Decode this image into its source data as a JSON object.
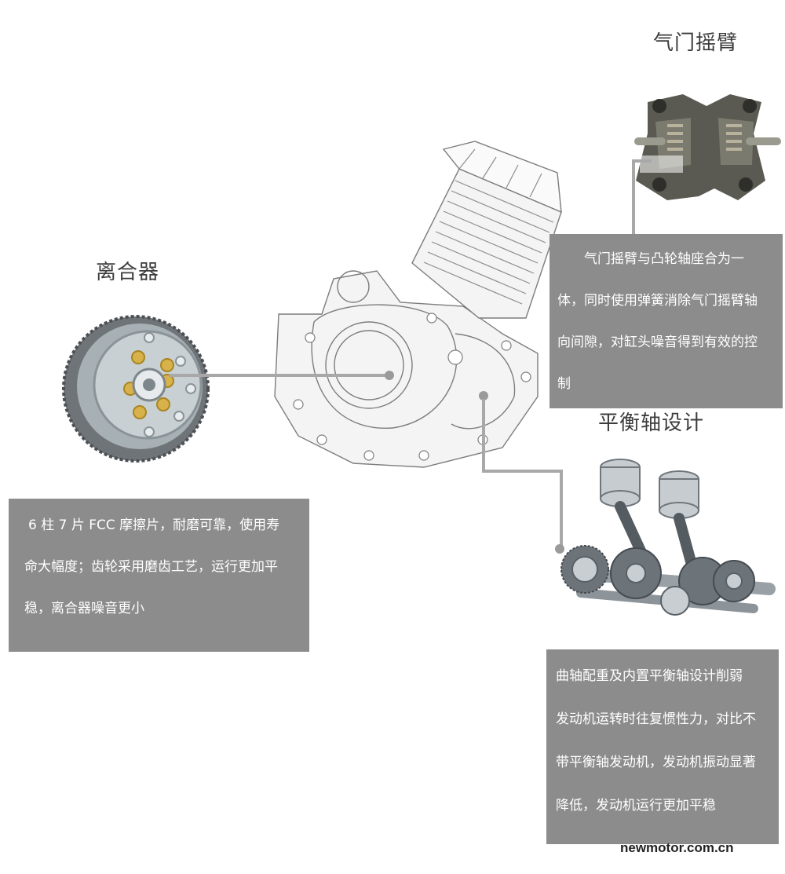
{
  "rocker_arm": {
    "title": "气门摇臂",
    "text_lines": [
      "气门摇臂与凸轮轴座合为一",
      "体，同时使用弹簧消除气门摇臂轴",
      "向间隙，对缸头噪音得到有效的控",
      "制"
    ]
  },
  "clutch": {
    "title": "离合器",
    "text_lines": [
      "6 柱 7 片 FCC 摩擦片，耐磨可靠，使用寿",
      "命大幅度；齿轮采用磨齿工艺，运行更加平",
      "稳，离合器噪音更小"
    ]
  },
  "balance_shaft": {
    "title": "平衡轴设计",
    "text_lines": [
      "曲轴配重及内置平衡轴设计削弱",
      "发动机运转时往复惯性力，对比不",
      "带平衡轴发动机，发动机振动显著",
      "降低，发动机运行更加平稳"
    ]
  },
  "watermark": "newmotor.com.cn",
  "colors": {
    "box_bg": "#8c8c8c",
    "box_text": "#ffffff",
    "connector": "#a8a8a8"
  }
}
